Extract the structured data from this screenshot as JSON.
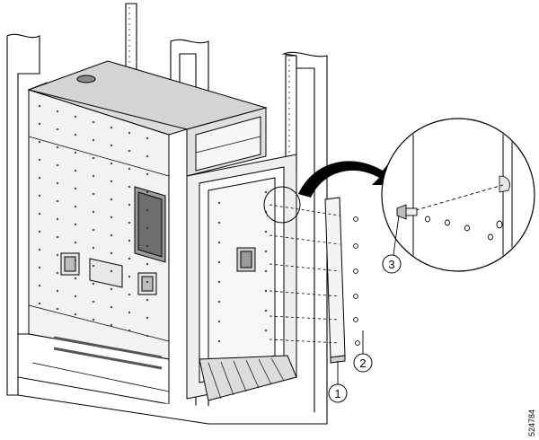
{
  "figure": {
    "callouts": [
      {
        "number": "1",
        "meaning": ""
      },
      {
        "number": "2",
        "meaning": ""
      },
      {
        "number": "3",
        "meaning": ""
      }
    ],
    "figure_id": "524784"
  }
}
